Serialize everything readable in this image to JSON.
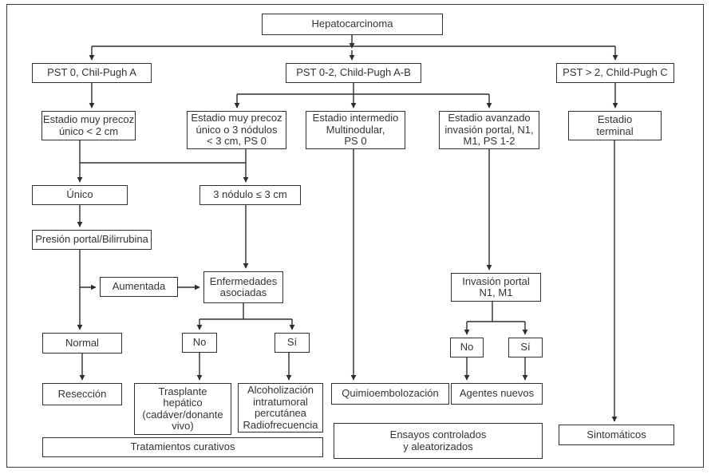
{
  "figure": {
    "type": "flowchart",
    "title": "Hepatocarcinoma"
  },
  "nodes": {
    "hepatocarcinoma": "Hepatocarcinoma",
    "pst_a": "PST 0, Chil-Pugh A",
    "pst_ab": "PST 0-2, Child-Pugh A-B",
    "pst_c": "PST > 2, Child-Pugh C",
    "muy_precoz_unico": "Estadio muy precoz\núnico < 2 cm",
    "muy_precoz_nodulos": "Estadio muy precoz\núnico o 3 nódulos\n< 3 cm, PS 0",
    "intermedio": "Estadio intermedio\nMultinodular,\nPS 0",
    "avanzado": "Estadio avanzado\ninvasión portal, N1,\nM1, PS 1-2",
    "terminal": "Estadio\nterminal",
    "unico": "Único",
    "tres_nodulos": "3 nódulo ≤ 3 cm",
    "presion_portal": "Presión portal/Bilirrubina",
    "aumentada": "Aumentada",
    "enfermedades": "Enfermedades\nasociadas",
    "invasion_portal": "Invasión portal\nN1, M1",
    "normal": "Normal",
    "no_izq": "No",
    "si_izq": "Sí",
    "no_der": "No",
    "si_der": "Sí",
    "reseccion": "Resección",
    "trasplante": "Trasplante\nhepático\n(cadáver/donante\nvivo)",
    "alcoholizacion": "Alcoholización\nintratumoral\npercutánea\nRadiofrecuencia",
    "quimioembolizacion": "Quimioembolozación",
    "agentes_nuevos": "Agentes nuevos",
    "tratamientos_curativos": "Tratamientos curativos",
    "ensayos": "Ensayos controlados\ny aleatorizados",
    "sintomaticos": "Sintomáticos"
  },
  "colors": {
    "line": "#2e2e2e",
    "text": "#333333",
    "background": "#ffffff"
  }
}
